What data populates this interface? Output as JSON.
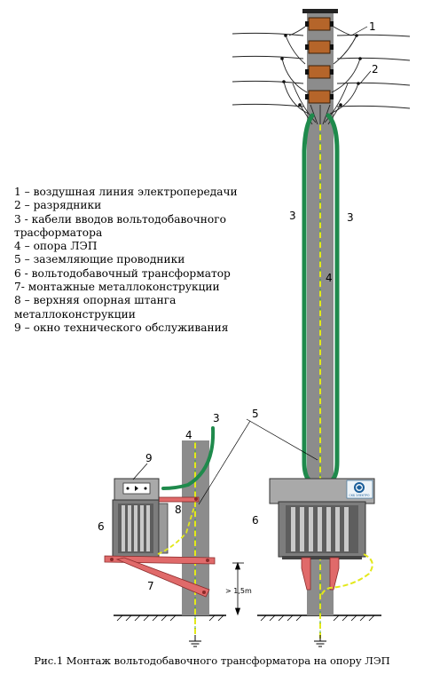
{
  "legend": [
    "1 – воздушная линия электропередачи",
    "2 – разрядники",
    "3 - кабели вводов вольтодобавочного трасформатора",
    "4 – опора ЛЭП",
    "5 – заземляющие проводники",
    "6 - вольтодобавочный трансформатор",
    "7- монтажные металлоконструкции",
    "8 – верхняя опорная штанга металлоконструкции",
    "9 – окно технического обслуживания"
  ],
  "legend_lines": [
    "1 – воздушная линия электропередачи",
    "2 – разрядники",
    "3 - кабели вводов вольтодобавочного",
    "трасформатора",
    "4 – опора ЛЭП",
    "5 – заземляющие проводники",
    "6 - вольтодобавочный трансформатор",
    "7- монтажные металлоконструкции",
    "8 – верхняя опорная штанга",
    "металлоконструкции",
    "9 – окно технического обслуживания"
  ],
  "callouts": {
    "n1": "1",
    "n2": "2",
    "n3_left": "3",
    "n3_right": "3",
    "n3_bottom": "3",
    "n4_top": "4",
    "n4_bottom": "4",
    "n5": "5",
    "n6_left": "6",
    "n6_right": "6",
    "n7": "7",
    "n8": "8",
    "n9": "9"
  },
  "dimension_label": "> 1,5m",
  "logo_text": "СКБ ЭЛЕКТРО",
  "caption": "Рис.1 Монтаж вольтодобавочного трансформатора на опору ЛЭП",
  "colors": {
    "pole": "#8c8c8c",
    "cable": "#1f8a4c",
    "ground": "#e3e81a",
    "ground_stripe": "#2e9a3e",
    "arrester": "#b5652a",
    "bracket": "#e06a6a",
    "transformer": "#9a9a9a"
  }
}
